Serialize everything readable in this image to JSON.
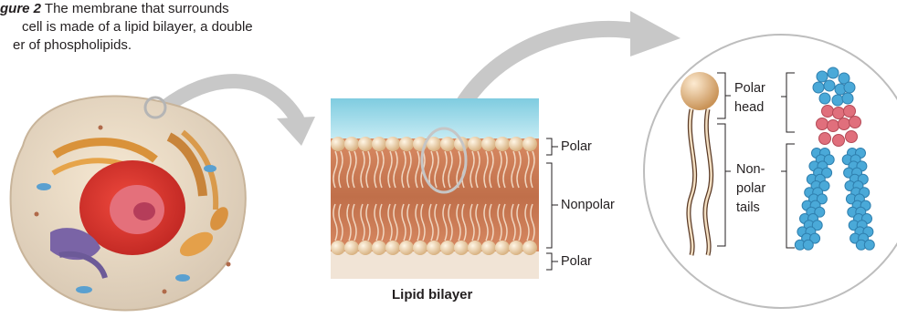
{
  "caption": {
    "figure_label": "gure 2",
    "text": " The membrane that surrounds",
    "line2": "cell is made of a lipid bilayer, a double",
    "line3": "er of phospholipids."
  },
  "bilayer": {
    "title": "Lipid bilayer",
    "label_polar_top": "Polar",
    "label_nonpolar": "Nonpolar",
    "label_polar_bottom": "Polar"
  },
  "phospholipid": {
    "label_head_line1": "Polar",
    "label_head_line2": "head",
    "label_tails_line1": "Non-",
    "label_tails_line2": "polar",
    "label_tails_line3": "tails"
  },
  "colors": {
    "arrow": "#c8c8c8",
    "membrane_body": "#c97a55",
    "head_bead": "#f1d4a8",
    "water": "#8fd3e4",
    "molecule_blue": "#4aa9d8",
    "molecule_red": "#e06f7c",
    "circle_border": "#bdbdbd"
  }
}
